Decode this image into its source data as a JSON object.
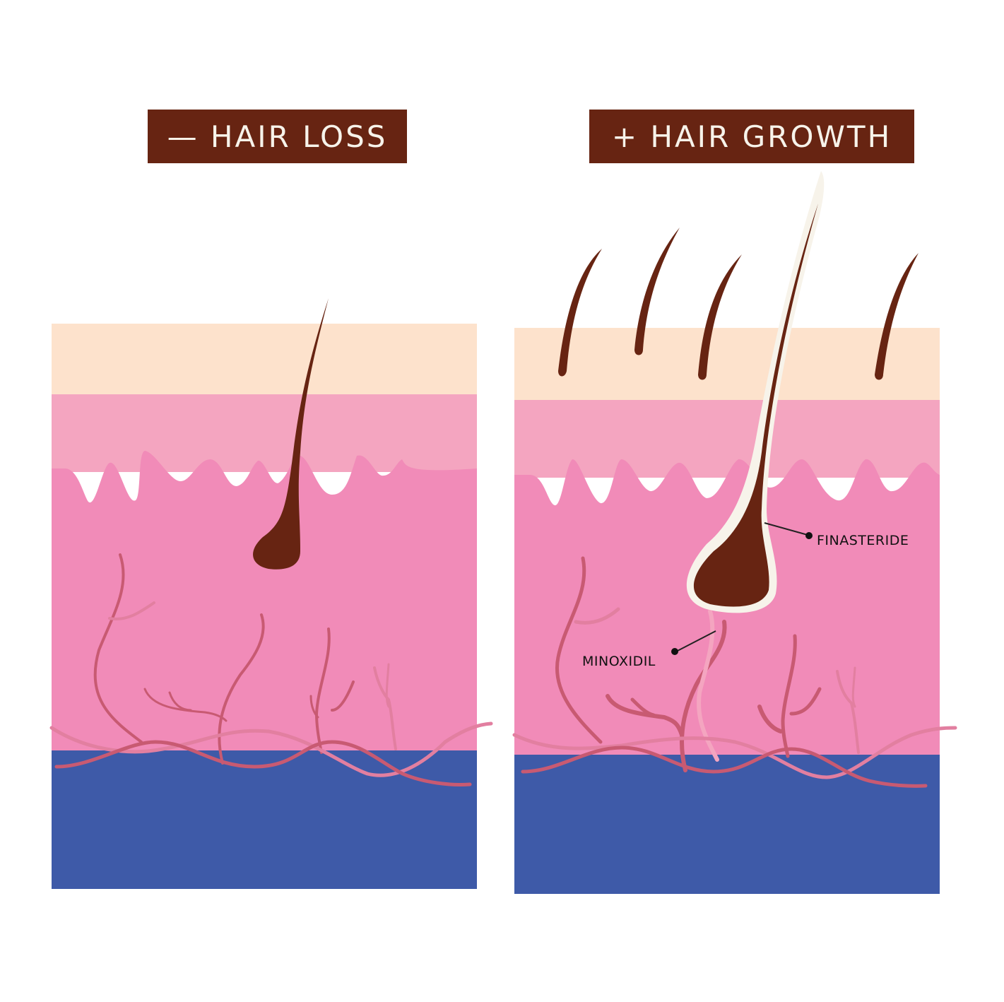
{
  "panels": {
    "loss": {
      "title": "— HAIR LOSS"
    },
    "growth": {
      "title": "+ HAIR GROWTH",
      "annotations": [
        {
          "label": "FINASTERIDE",
          "target": "hair shaft"
        },
        {
          "label": "MINOXIDIL",
          "target": "dermal papilla / blood supply"
        }
      ]
    }
  },
  "colors": {
    "badge": "#672412",
    "badge_text": "#f7f3ea",
    "epidermis": "#fde2cc",
    "upper_dermis": "#f4a5c0",
    "dermis": "#f18bb8",
    "subcutis": "#3e5aa8",
    "hair": "#672412",
    "vessel_dark": "#c85a72",
    "vessel_light": "#e27fa0",
    "outline": "#f7f3ea"
  }
}
